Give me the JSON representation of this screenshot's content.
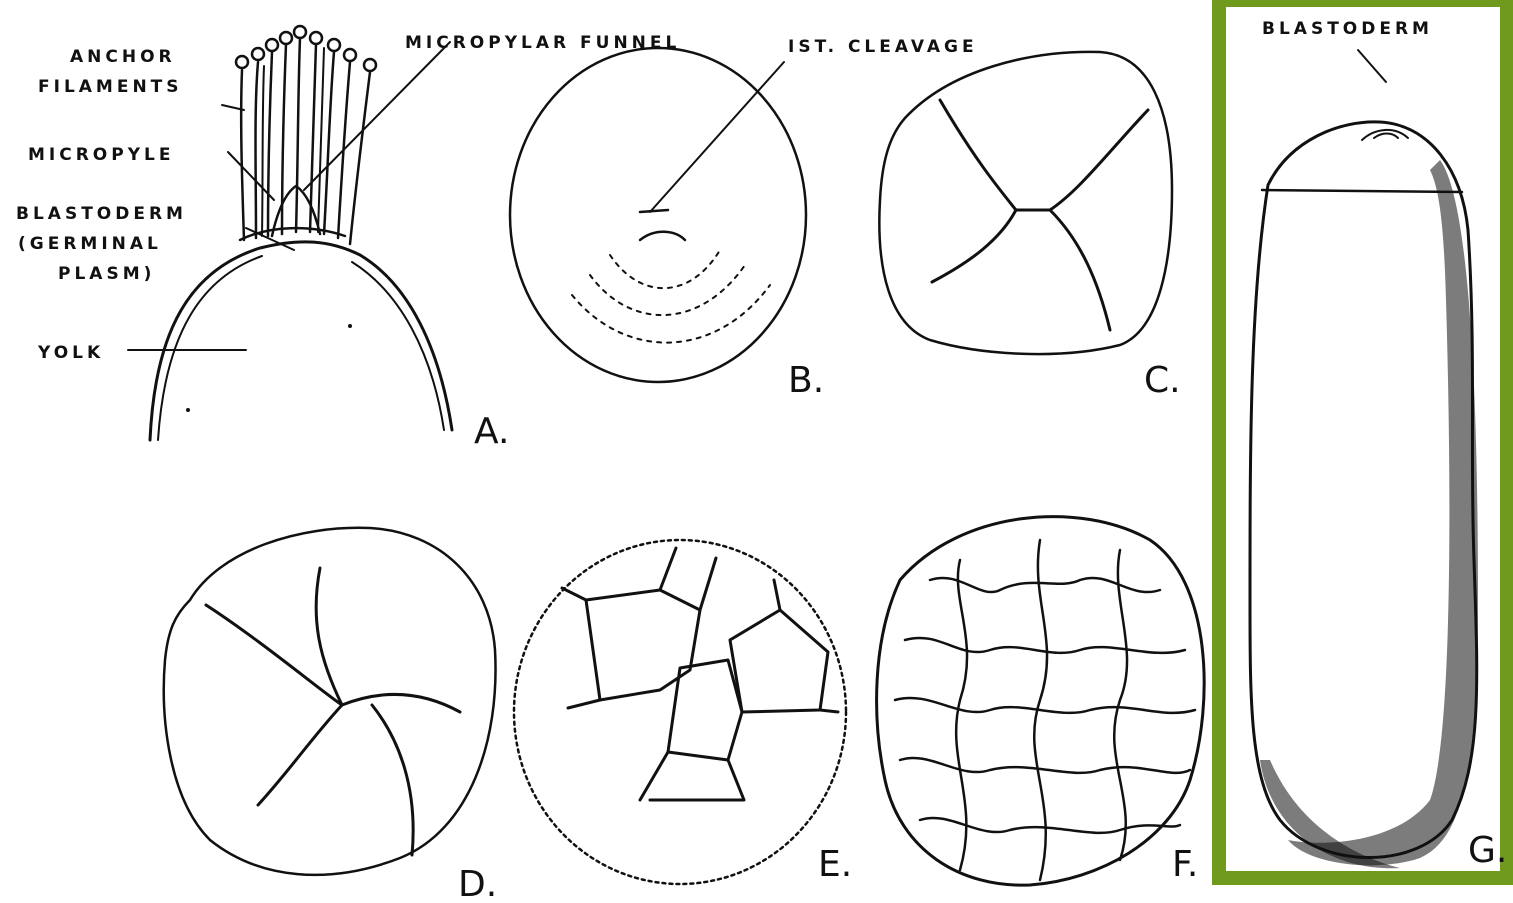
{
  "labels": {
    "anchor_line1": "ANCHOR",
    "anchor_line2": "FILAMENTS",
    "micropyle": "MICROPYLE",
    "blastoderm_a_line1": "BLASTODERM",
    "blastoderm_a_line2": "(GERMINAL",
    "blastoderm_a_line3": "PLASM)",
    "yolk": "YOLK",
    "micropylar_funnel": "MICROPYLAR FUNNEL",
    "first_cleavage": "IST. CLEAVAGE",
    "blastoderm_g": "BLASTODERM"
  },
  "panels": {
    "a": "A.",
    "b": "B.",
    "c": "C.",
    "d": "D.",
    "e": "E.",
    "f": "F.",
    "g": "G."
  },
  "colors": {
    "highlight_frame": "#6f9a1e",
    "ink": "#111111"
  }
}
